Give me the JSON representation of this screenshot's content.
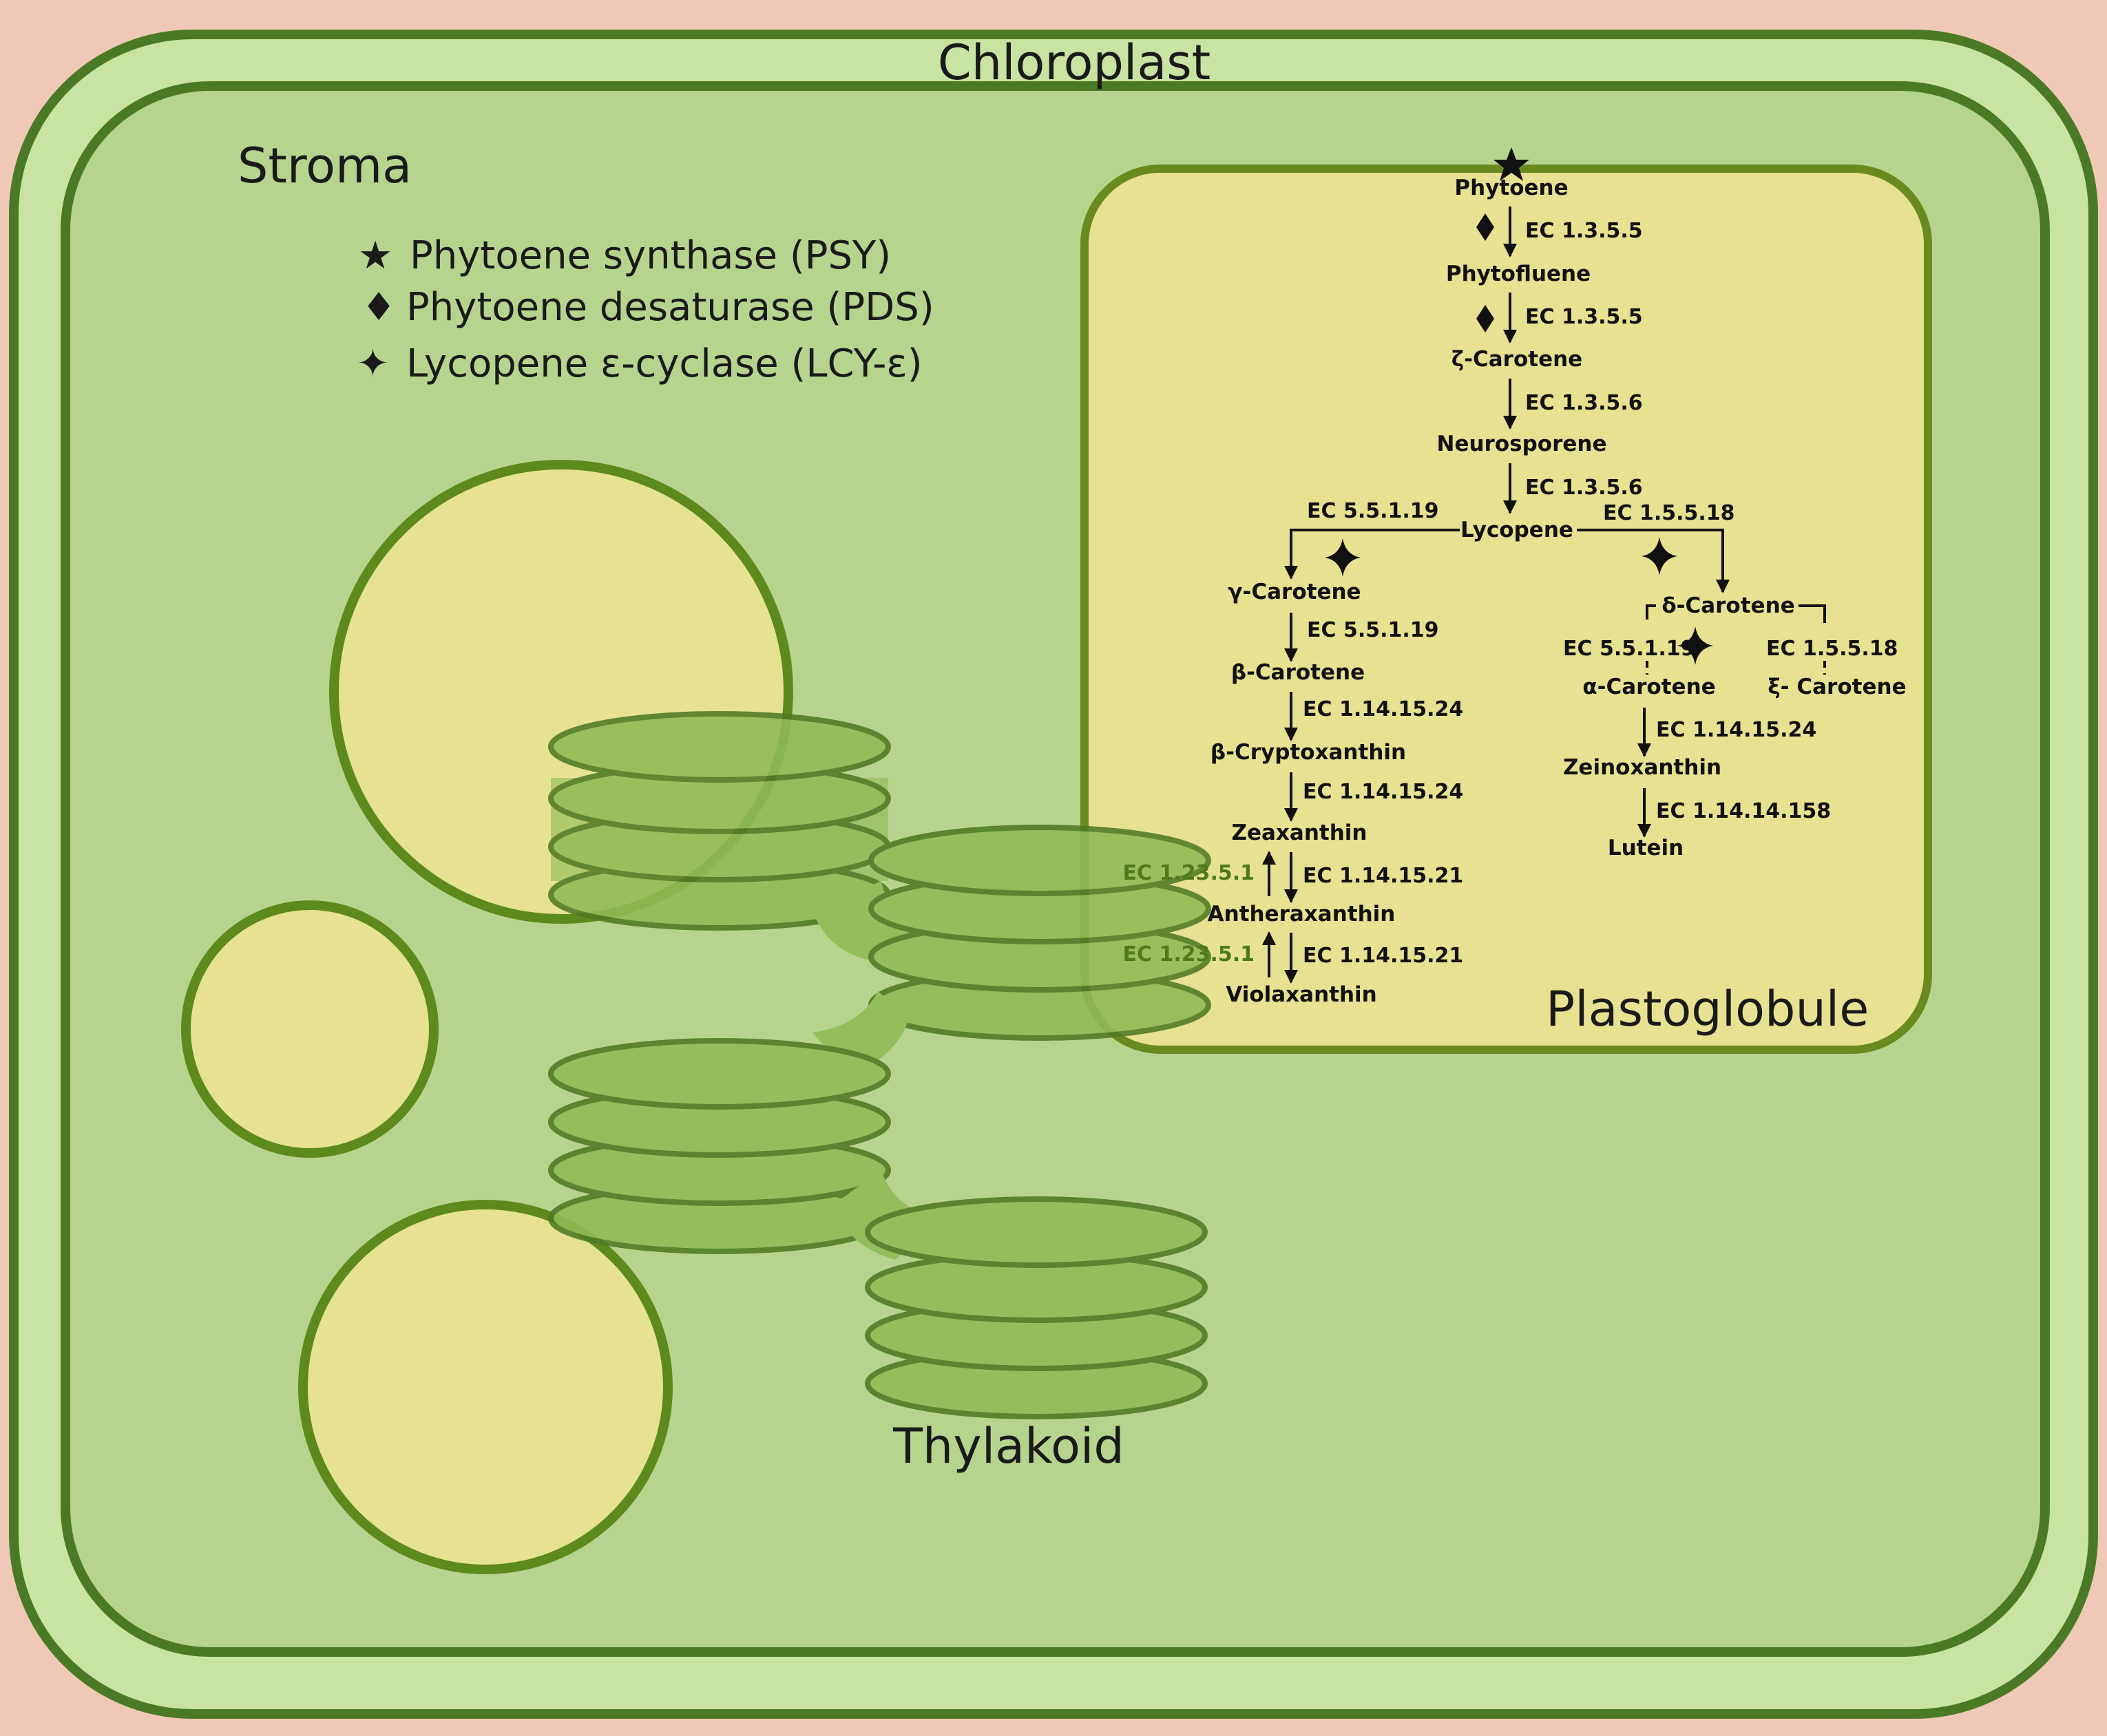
{
  "colors": {
    "background": "#efc8b6",
    "envelope_outer": "#c9e3a2",
    "envelope_border": "#4a7a25",
    "stroma": "#b7d48f",
    "plastoglobule_fill": "#e6e291",
    "plastoglobule_border": "#6a8a1f",
    "thylakoid": "#8fbb55",
    "thylakoid_dark": "#4e7a22"
  },
  "labels": {
    "chloroplast": "Chloroplast",
    "stroma": "Stroma",
    "plastoglobule": "Plastoglobule",
    "thylakoid": "Thylakoid"
  },
  "legend": [
    {
      "symbol": "★",
      "icon": "star-icon",
      "text": "Phytoene synthase (PSY)"
    },
    {
      "symbol": "♦",
      "icon": "diamond-icon",
      "text": "Phytoene desaturase (PDS)"
    },
    {
      "symbol": "✦",
      "icon": "four-point-star-icon",
      "text": "Lycopene ε-cyclase (LCY-ε)"
    }
  ],
  "pathway": {
    "compounds": {
      "phytoene": "Phytoene",
      "phytofluene": "Phytofluene",
      "zeta_carotene": "ζ-Carotene",
      "neurosporene": "Neurosporene",
      "lycopene": "Lycopene",
      "gamma_carotene": "γ-Carotene",
      "beta_carotene": "β-Carotene",
      "beta_cryptoxanthin": "β-Cryptoxanthin",
      "zeaxanthin": "Zeaxanthin",
      "antheraxanthin": "Antheraxanthin",
      "violaxanthin": "Violaxanthin",
      "delta_carotene": "δ-Carotene",
      "alpha_carotene": "α-Carotene",
      "xi_carotene": "ξ- Carotene",
      "zeinoxanthin": "Zeinoxanthin",
      "lutein": "Lutein"
    },
    "enzymes": {
      "phytoene_to_phytofluene": "EC 1.3.5.5",
      "phytofluene_to_zeta": "EC 1.3.5.5",
      "zeta_to_neurosporene": "EC 1.3.5.6",
      "neurosporene_to_lycopene": "EC 1.3.5.6",
      "lycopene_to_gamma": "EC 5.5.1.19",
      "lycopene_to_delta": "EC 1.5.5.18",
      "gamma_to_beta": "EC 5.5.1.19",
      "beta_to_cryptoxanthin": "EC 1.14.15.24",
      "cryptoxanthin_to_zeaxanthin": "EC 1.14.15.24",
      "zeaxanthin_to_antheraxanthin": "EC 1.14.15.21",
      "antheraxanthin_to_zeaxanthin": "EC 1.23.5.1",
      "antheraxanthin_to_violaxanthin": "EC 1.14.15.21",
      "violaxanthin_to_antheraxanthin": "EC 1.23.5.1",
      "delta_to_alpha": "EC 5.5.1.19",
      "delta_to_xi": "EC 1.5.5.18",
      "alpha_to_zeinoxanthin": "EC 1.14.15.24",
      "zeinoxanthin_to_lutein": "EC 1.14.14.158"
    }
  }
}
